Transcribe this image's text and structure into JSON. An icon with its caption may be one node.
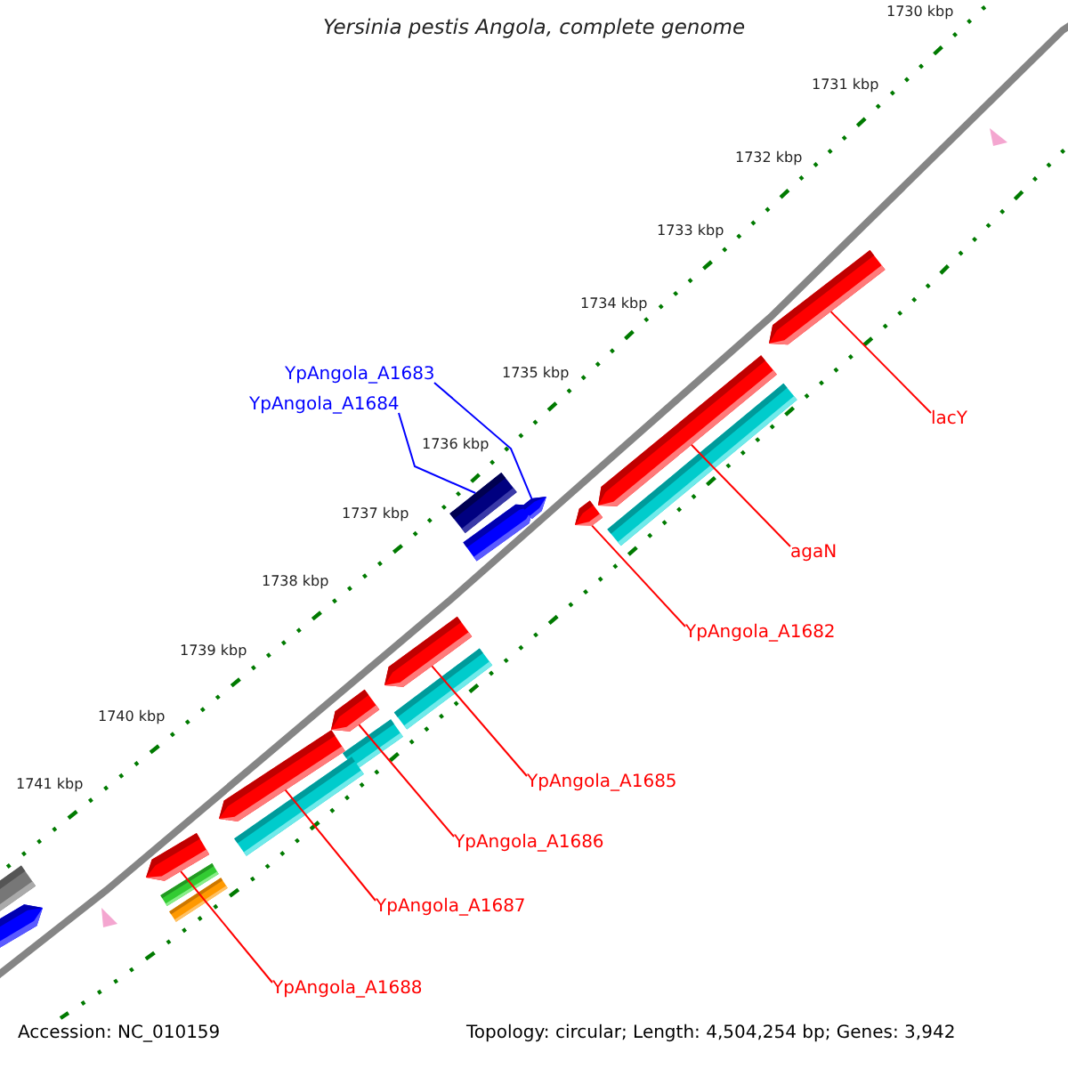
{
  "diagram": {
    "title": "Yersinia pestis Angola, complete genome",
    "nodes": [
      {
        "text": [
          "YpAngola_A1683"
        ]
      },
      {
        "text": [],
        "shape": "bar"
      },
      {
        "text": [
          "YpAngola_A1684"
        ]
      },
      {
        "text": [],
        "shape": "bar"
      },
      {
        "text": [
          "lacY"
        ]
      },
      {
        "text": [],
        "shape": "bar"
      },
      {
        "text": [
          "agaN"
        ]
      },
      {
        "text": [],
        "shape": "bar"
      },
      {
        "text": [
          "YpAngola_A1682"
        ]
      },
      {
        "text": [],
        "shape": "bar"
      },
      {
        "text": [
          "YpAngola_A1685"
        ]
      },
      {
        "text": [],
        "shape": "bar"
      },
      {
        "text": [
          "YpAngola_A1686"
        ]
      },
      {
        "text": [],
        "shape": "bar"
      },
      {
        "text": [
          "YpAngola_A1687"
        ]
      },
      {
        "text": [],
        "shape": "bar"
      },
      {
        "text": [
          "YpAngola_A1688"
        ]
      },
      {
        "text": [],
        "shape": "bar"
      }
    ],
    "edges": [
      {
        "from": 0,
        "to": 1,
        "arrow": "none",
        "color": "#0000ff"
      },
      {
        "from": 2,
        "to": 3,
        "arrow": "none",
        "color": "#0000ff"
      },
      {
        "from": 4,
        "to": 5,
        "arrow": "none"
      },
      {
        "from": 6,
        "to": 7,
        "arrow": "none"
      },
      {
        "from": 8,
        "to": 9,
        "arrow": "none"
      },
      {
        "from": 10,
        "to": 11,
        "arrow": "none"
      },
      {
        "from": 12,
        "to": 13,
        "arrow": "none"
      },
      {
        "from": 14,
        "to": 15,
        "arrow": "none"
      },
      {
        "from": 16,
        "to": 17,
        "arrow": "none"
      }
    ],
    "labels": [
      "1730 kbp",
      "1731 kbp",
      "1732 kbp",
      "1733 kbp",
      "1734 kbp",
      "1735 kbp",
      "1736 kbp",
      "1737 kbp",
      "1738 kbp",
      "1739 kbp",
      "1740 kbp",
      "1741 kbp",
      "Accession: NC_010159",
      "Topology: circular; Length: 4,504,254 bp; Genes: 3,942"
    ]
  }
}
